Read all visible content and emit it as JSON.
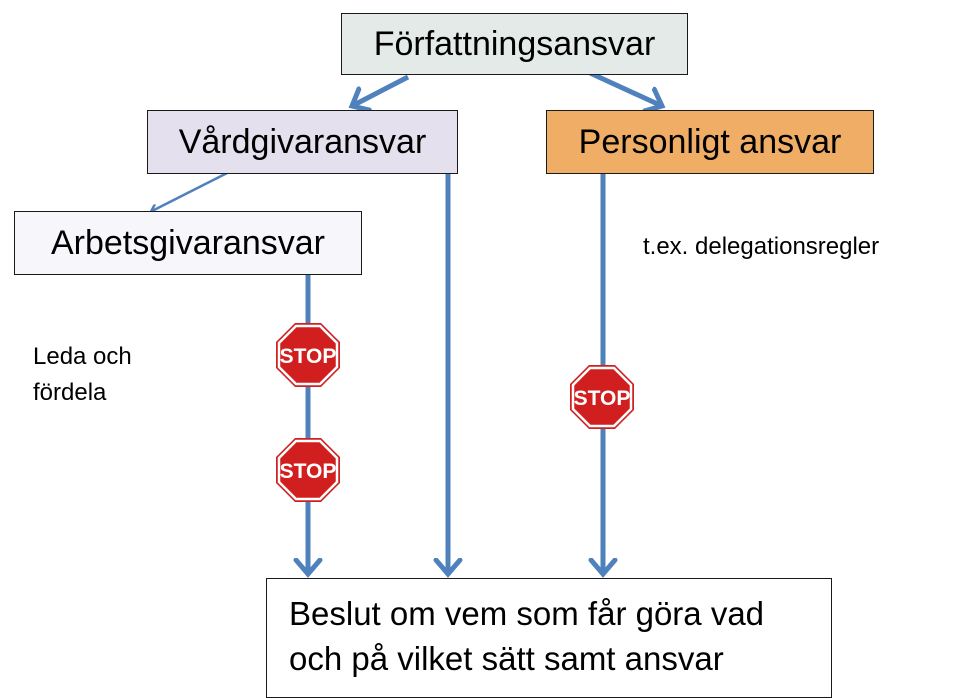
{
  "boxes": {
    "top": "Författningsansvar",
    "vardgivar": "Vårdgivaransvar",
    "personligt": "Personligt ansvar",
    "arbetsgivar": "Arbetsgivaransvar",
    "result_line1": "Beslut om vem som får göra vad",
    "result_line2": "och på vilket sätt samt ansvar"
  },
  "notes": {
    "delegation": "t.ex. delegationsregler",
    "leda_line1": "Leda och",
    "leda_line2": "fördela"
  },
  "stop_sign": {
    "label": "STOP",
    "color": "#d11f1f",
    "count": 3
  },
  "colors": {
    "arrow": "#4f81bd",
    "top_box": "#e3eae8",
    "vardgivar_box": "#e4e0ed",
    "personligt_box": "#efad66",
    "arbetsgivar_box": "#f7f6fb"
  }
}
